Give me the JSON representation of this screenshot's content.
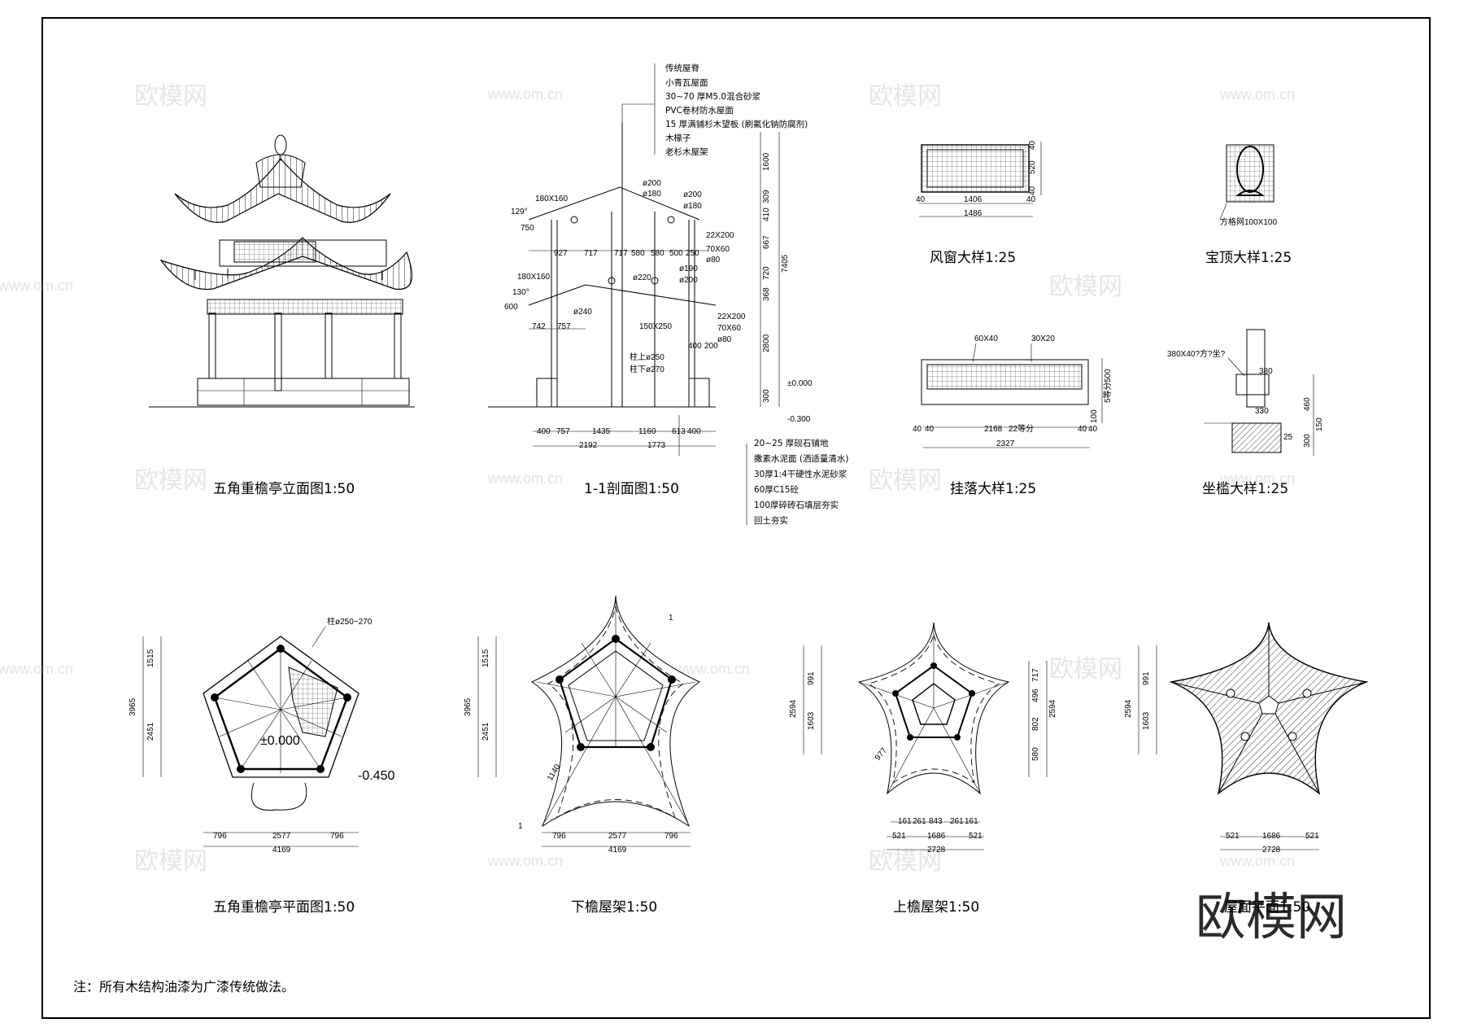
{
  "notes": "注：所有木结构油漆为广漆传统做法。",
  "watermark": {
    "brand": "欧模网",
    "url": "www.om.cn",
    "big_logo": "欧模网"
  },
  "drawings": {
    "elevation": {
      "title": "五角重檐亭立面图1:50"
    },
    "section": {
      "title": "1-1剖面图1:50",
      "roof_layers": [
        "传统屋脊",
        "小青瓦屋面",
        "30~70 厚M5.0混合砂浆",
        "PVC卷材防水屋面",
        "15 厚满铺杉木望板 (刷氟化钠防腐剂)",
        "木椽子",
        "老杉木屋架"
      ],
      "floor_layers": [
        "20~25 厚砚石铺地",
        "撒素水泥面 (洒适量清水)",
        "30厚1:4干硬性水泥砂浆",
        "60厚C15砼",
        "100厚碎砖石填层夯实",
        "回土夯实"
      ],
      "member_labels": [
        "180X160",
        "180X160",
        "ø200",
        "ø180",
        "ø200",
        "ø180",
        "22X200",
        "70X60",
        "ø80",
        "ø190",
        "ø200",
        "ø220",
        "ø240",
        "22X200",
        "150X250",
        "70X60",
        "ø80",
        "柱上ø250",
        "柱下ø270"
      ],
      "angle_labels": [
        "129°",
        "750",
        "130°",
        "600"
      ],
      "horizontal_dims_top": [
        "927",
        "717",
        "717",
        "580",
        "580",
        "500",
        "250"
      ],
      "horizontal_dims_mid": [
        "742",
        "757",
        "400",
        "200"
      ],
      "horizontal_dims_bottom": [
        "400",
        "757",
        "1435",
        "1160",
        "613",
        "400"
      ],
      "horizontal_totals": [
        "2192",
        "1773"
      ],
      "vertical_dims": [
        "1600",
        "309",
        "410",
        "667",
        "720",
        "368",
        "2800",
        "300"
      ],
      "vertical_total": "7405",
      "levels": [
        "±0.000",
        "-0.300"
      ]
    },
    "wind_window": {
      "title": "风窗大样1:25",
      "dims": [
        "40",
        "1406",
        "40",
        "1486",
        "520",
        "40",
        "40"
      ]
    },
    "finial": {
      "title": "宝顶大样1:25",
      "note": "方格网100X100"
    },
    "hanging_fascia": {
      "title": "挂落大样1:25",
      "labels": [
        "60X40",
        "30X20"
      ],
      "dims": [
        "40",
        "40",
        "2168",
        "22等分",
        "40",
        "40",
        "2327",
        "500",
        "5等分",
        "100"
      ]
    },
    "bench": {
      "title": "坐槛大样1:25",
      "labels": [
        "380X40?方?坐?",
        "380",
        "330"
      ],
      "dims": [
        "460",
        "150",
        "300",
        "25"
      ]
    },
    "plan": {
      "title": "五角重檐亭平面图1:50",
      "labels": [
        "柱ø250~270",
        "±0.000",
        "-0.450"
      ],
      "vertical_dims": [
        "1515",
        "2451"
      ],
      "vertical_total": "3965",
      "horizontal_dims": [
        "796",
        "2577",
        "796"
      ],
      "horizontal_total": "4169"
    },
    "lower_frame": {
      "title": "下檐屋架1:50",
      "marks": [
        "1",
        "1"
      ],
      "labels": [
        "1140"
      ],
      "vertical_dims": [
        "1515",
        "2451"
      ],
      "vertical_total": "3965",
      "horizontal_dims": [
        "796",
        "2577",
        "796"
      ],
      "horizontal_total": "4169"
    },
    "upper_frame": {
      "title": "上檐屋架1:50",
      "labels": [
        "977"
      ],
      "vertical_dims_left": [
        "991",
        "1603"
      ],
      "vertical_total_left": "2594",
      "vertical_dims_right": [
        "717",
        "496",
        "802",
        "580"
      ],
      "vertical_total_right": "2594",
      "horizontal_dims_top": [
        "161",
        "261",
        "843",
        "261",
        "161"
      ],
      "horizontal_dims": [
        "521",
        "1686",
        "521"
      ],
      "horizontal_total": "2728"
    },
    "roof_plan": {
      "title": "屋面平面1:50",
      "vertical_dims": [
        "991",
        "1603"
      ],
      "vertical_total": "2594",
      "horizontal_dims": [
        "521",
        "1686",
        "521"
      ],
      "horizontal_total": "2728"
    }
  }
}
